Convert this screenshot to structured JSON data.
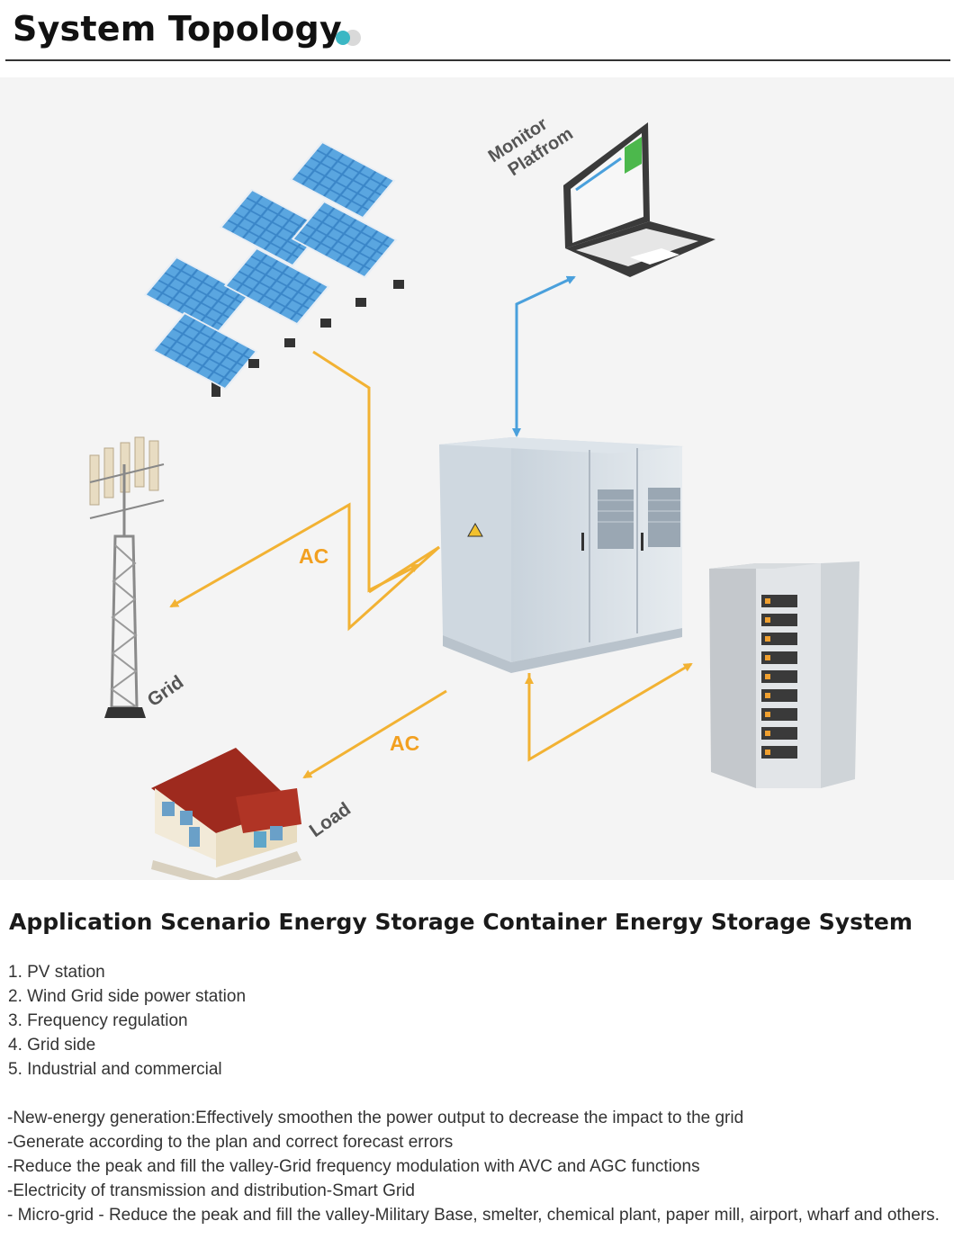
{
  "header": {
    "title": "System Topology"
  },
  "diagram": {
    "labels": {
      "monitor_line1": "Monitor",
      "monitor_line2": "Platfrom",
      "grid": "Grid",
      "load": "Load",
      "ac_upper": "AC",
      "ac_lower": "AC"
    },
    "colors": {
      "ac_arrow": "#f2b233",
      "data_arrow": "#4aa0dc",
      "accent_dot": "#3bb7c4"
    }
  },
  "section": {
    "heading": "Application Scenario Energy Storage Container Energy Storage System",
    "numbered": [
      "1. PV station",
      "2. Wind Grid side power station",
      "3. Frequency regulation",
      "4. Grid side",
      "5. Industrial and commercial"
    ],
    "bullets": [
      "-New-energy generation:Effectively smoothen the power output to decrease the impact to the grid",
      "-Generate according to the plan and correct forecast errors",
      "-Reduce the peak and fill the valley-Grid frequency modulation with AVC and AGC functions",
      "-Electricity of transmission and distribution-Smart Grid",
      "- Micro-grid - Reduce the peak and fill the valley-Military Base, smelter, chemical plant, paper mill, airport, wharf and others."
    ]
  }
}
